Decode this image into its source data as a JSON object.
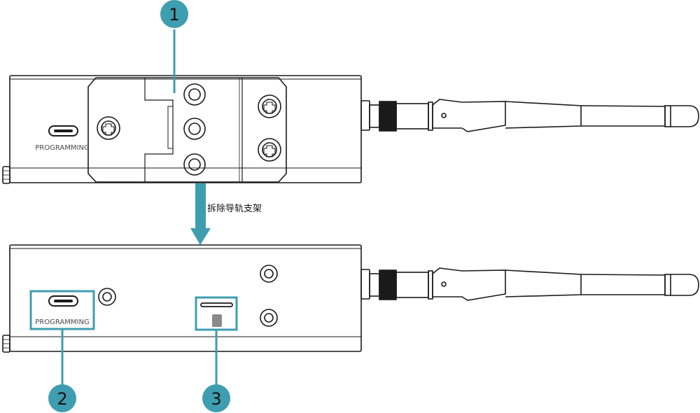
{
  "callouts": [
    {
      "number": "1"
    },
    {
      "number": "2"
    },
    {
      "number": "3"
    }
  ],
  "labels": {
    "programming_top": "PROGRAMMING",
    "programming_bottom": "PROGRAMMING",
    "arrow_caption": "拆除导轨支架"
  },
  "colors": {
    "accent": "#3f9db0",
    "line": "#1a1a1a",
    "callout_text": "#111111"
  }
}
